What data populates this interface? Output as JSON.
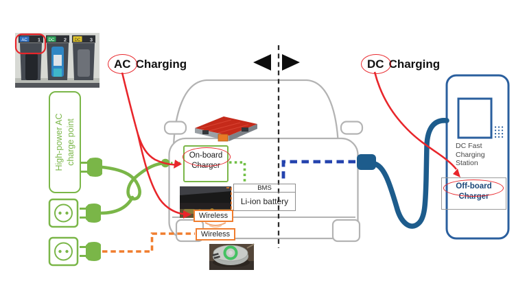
{
  "diagram": {
    "ac": {
      "circled": "AC",
      "rest": "Charging",
      "charge_point_line1": "High-power AC",
      "charge_point_line2": "charge point"
    },
    "dc": {
      "circled": "DC",
      "rest": "Charging",
      "station_line1": "DC Fast",
      "station_line2": "Charging",
      "station_line3": "Station",
      "offboard_line1": "Off-board",
      "offboard_line2": "Charger"
    },
    "vehicle": {
      "onboard_line1": "On-board",
      "onboard_line2": "Charger",
      "bms": "BMS",
      "battery": "Li-ion battery",
      "wireless_top": "Wireless",
      "wireless_bottom": "Wireless"
    },
    "connector_photo": {
      "slot1_type": "AC",
      "slot1_num": "1",
      "slot2_type": "DC",
      "slot2_num": "2",
      "slot3_type": "DC",
      "slot3_num": "3"
    },
    "colors": {
      "ac_green": "#7ab648",
      "wireless_orange": "#f07d2e",
      "highlight_red": "#e8262b",
      "dc_station_blue": "#2a5f9e",
      "dc_cable_blue": "#1d5c8c",
      "dc_dashed_blue": "#2443ae",
      "car_outline_gray": "#b3b3b3"
    }
  }
}
